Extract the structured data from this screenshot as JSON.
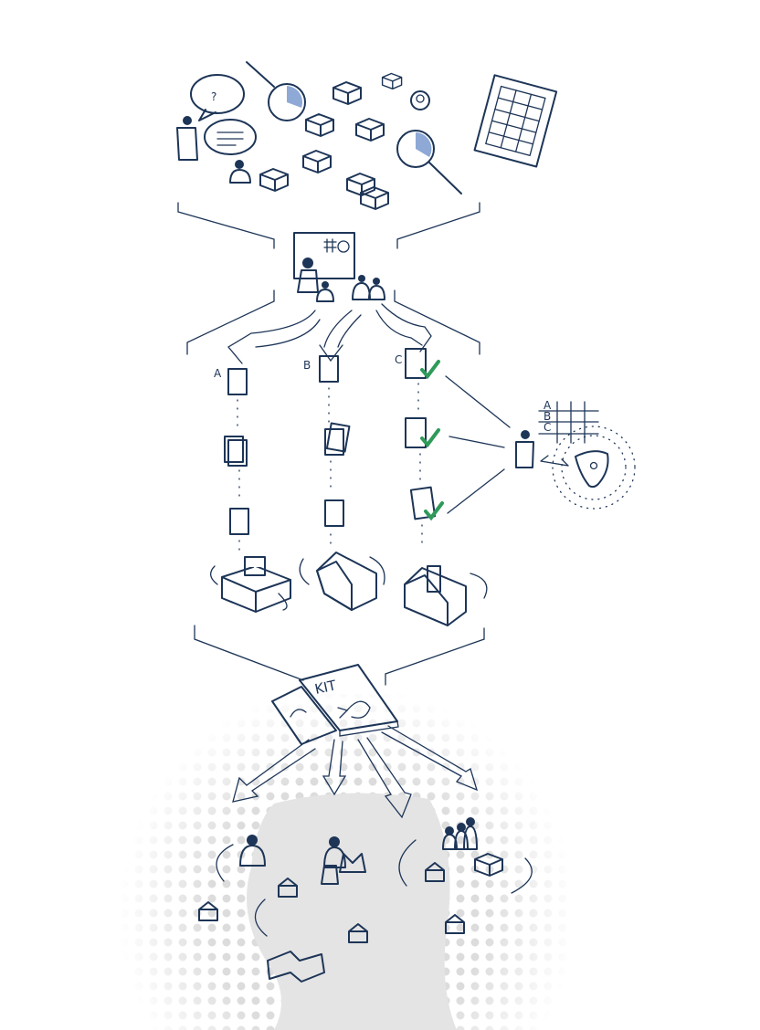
{
  "columns": [
    {
      "label": "A"
    },
    {
      "label": "B"
    },
    {
      "label": "C"
    }
  ],
  "book": {
    "title": "KIT"
  },
  "grid_table": {
    "rows": [
      "A",
      "B",
      "C"
    ]
  },
  "colors": {
    "ink": "#1d3557",
    "green": "#2f9a5a",
    "light_green": "#7fc29a",
    "light_blue": "#8ea9d6",
    "gray_area": "#e4e4e4",
    "dots": "#d8d8d8"
  }
}
